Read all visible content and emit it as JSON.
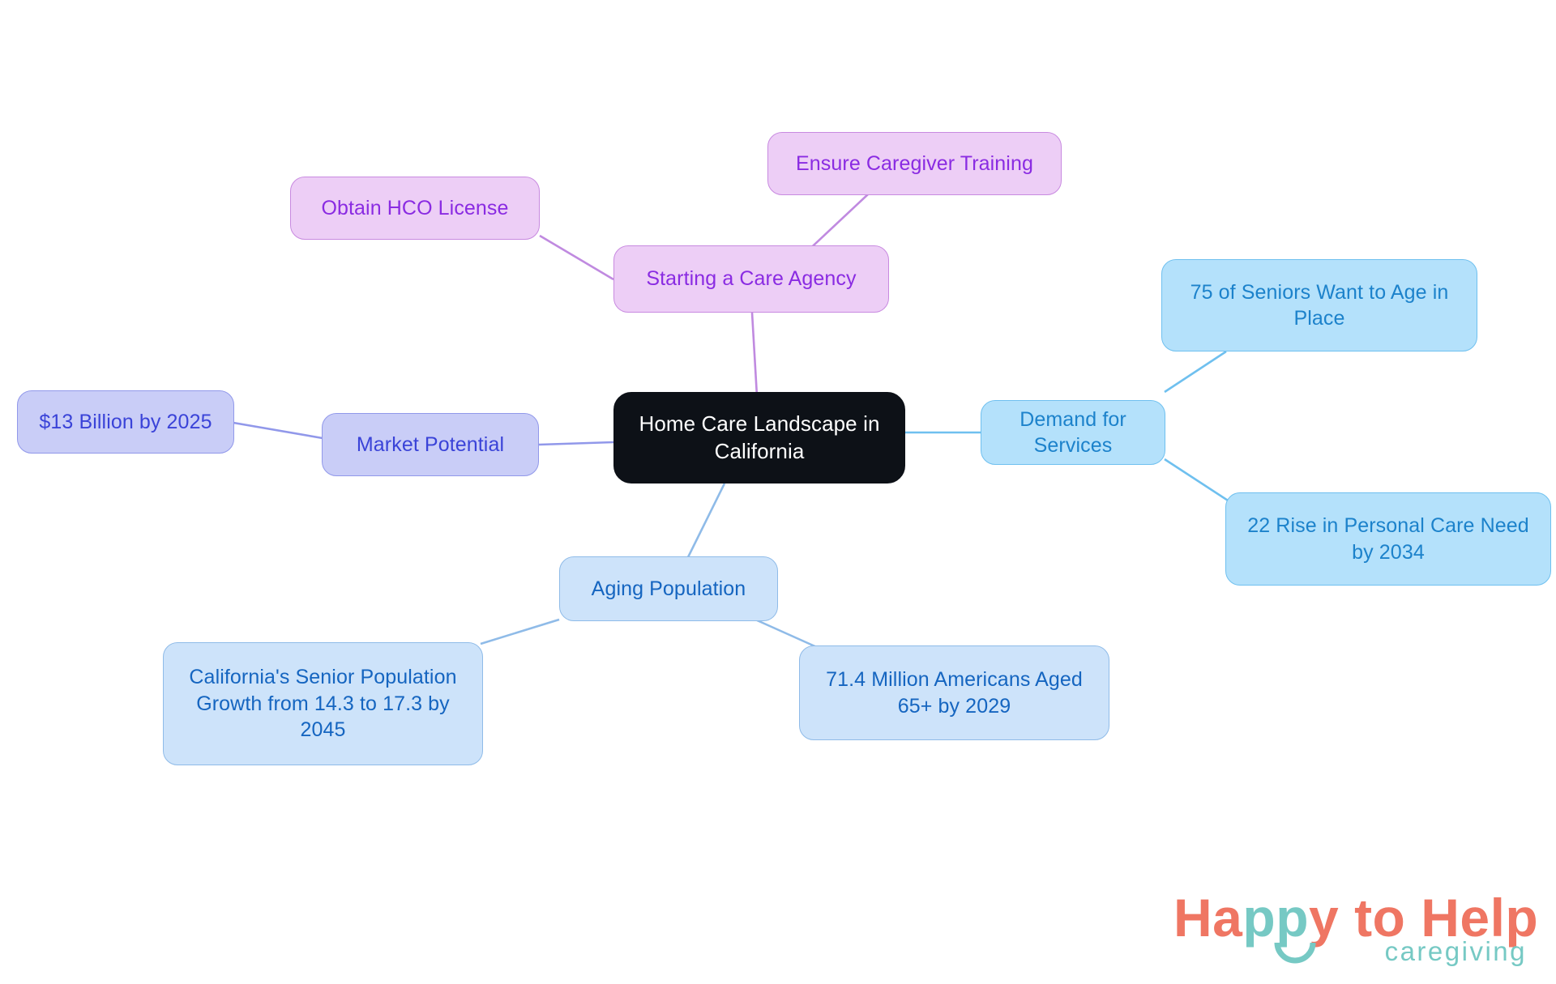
{
  "diagram": {
    "type": "mindmap",
    "title": "Home Care Landscape in California",
    "background": "#ffffff",
    "root": {
      "id": "root",
      "label": "Home Care Landscape in\nCalifornia",
      "fill": "#0d1117",
      "text_color": "#ffffff"
    },
    "branches": [
      {
        "id": "starting-a-care-agency",
        "label": "Starting a Care Agency",
        "fill": "#edcef6",
        "border": "#c88ae0",
        "text_color": "#8a2be2",
        "children": [
          {
            "id": "obtain-hco-license",
            "label": "Obtain HCO License",
            "fill": "#edcef6",
            "border": "#c88ae0",
            "text_color": "#8a2be2"
          },
          {
            "id": "ensure-caregiver-training",
            "label": "Ensure Caregiver Training",
            "fill": "#edcef6",
            "border": "#c88ae0",
            "text_color": "#8a2be2"
          }
        ]
      },
      {
        "id": "market-potential",
        "label": "Market Potential",
        "fill": "#c9cdf7",
        "border": "#9198ea",
        "text_color": "#3a43d8",
        "children": [
          {
            "id": "13-billion-by-2025",
            "label": "$13 Billion by 2025",
            "fill": "#c9cdf7",
            "border": "#9198ea",
            "text_color": "#3a43d8"
          }
        ]
      },
      {
        "id": "demand-for-services",
        "label": "Demand for Services",
        "fill": "#b4e1fb",
        "border": "#6fc0ef",
        "text_color": "#1c82cb",
        "children": [
          {
            "id": "seniors-age-in-place",
            "label": "75 of Seniors Want to Age in\nPlace",
            "fill": "#b4e1fb",
            "border": "#6fc0ef",
            "text_color": "#1c82cb"
          },
          {
            "id": "rise-personal-care-need",
            "label": "22 Rise in Personal Care Need\nby 2034",
            "fill": "#b4e1fb",
            "border": "#6fc0ef",
            "text_color": "#1c82cb"
          }
        ]
      },
      {
        "id": "aging-population",
        "label": "Aging Population",
        "fill": "#cde3fa",
        "border": "#8fbbe8",
        "text_color": "#1565c0",
        "children": [
          {
            "id": "california-senior-growth",
            "label": "California's Senior Population\nGrowth from 14.3 to 17.3 by\n2045",
            "fill": "#cde3fa",
            "border": "#8fbbe8",
            "text_color": "#1565c0"
          },
          {
            "id": "71-4-million-americans",
            "label": "71.4 Million Americans Aged\n65+ by 2029",
            "fill": "#cde3fa",
            "border": "#8fbbe8",
            "text_color": "#1565c0"
          }
        ]
      }
    ]
  },
  "logo": {
    "word_happy_ha": "Ha",
    "word_happy_pp": "pp",
    "word_happy_y": "y",
    "word_to_help": " to Help",
    "tagline": "caregiving",
    "coral": "#ef7663",
    "teal": "#76c9c4"
  }
}
